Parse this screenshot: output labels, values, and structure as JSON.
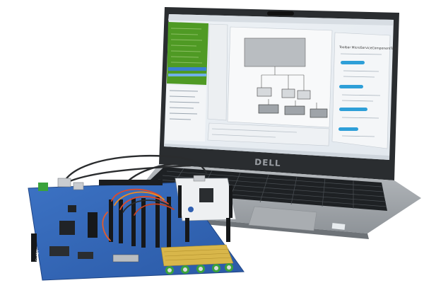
{
  "laptop": {
    "brand_logo": "DELL",
    "screen": {
      "app": "embedded-ide",
      "sidebar_highlight_color": "#4f9a24",
      "right_panel_title": "Toolbar MicroServiceComponentTools",
      "accent_color": "#2e9fd8"
    }
  },
  "dev_board": {
    "color": "#2f64b4",
    "board_label": "DIGI KEY"
  },
  "shield_board": {
    "color": "#eef0f2"
  }
}
